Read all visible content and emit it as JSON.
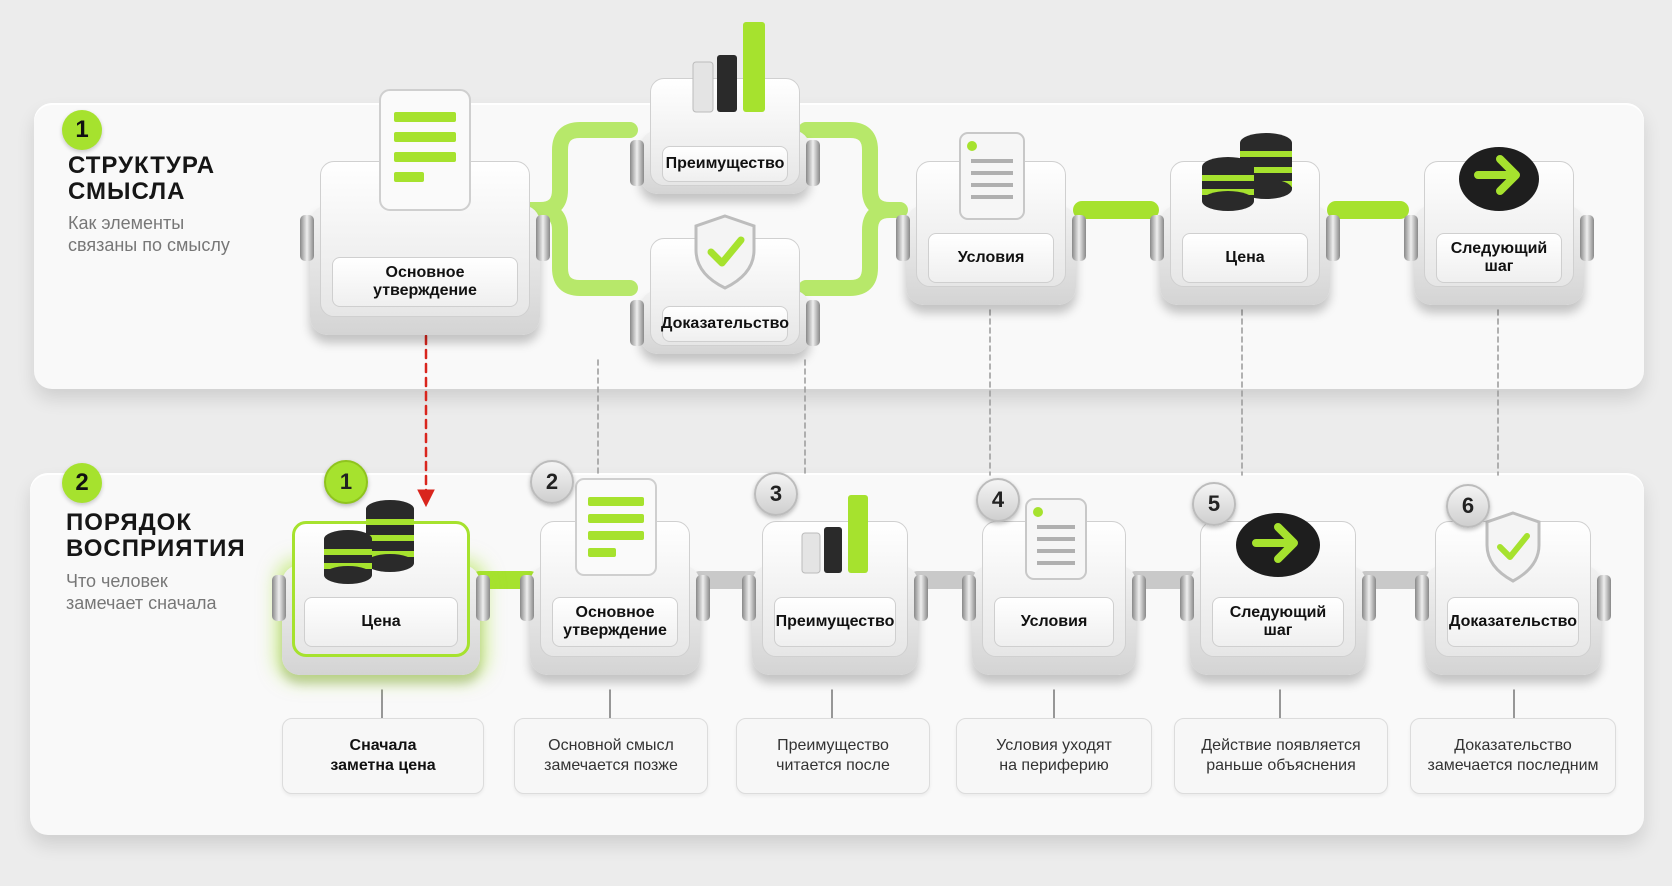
{
  "section1": {
    "number": "1",
    "title": "СТРУКТУРА\nСМЫСЛА",
    "subtitle": "Как элементы\nсвязаны по смыслу",
    "modules": [
      {
        "label": "Основное\nутверждение",
        "icon": "document-icon"
      },
      {
        "label": "Преимущество",
        "icon": "bar-chart-icon"
      },
      {
        "label": "Доказательство",
        "icon": "shield-check-icon"
      },
      {
        "label": "Условия",
        "icon": "list-document-icon"
      },
      {
        "label": "Цена",
        "icon": "coins-icon"
      },
      {
        "label": "Следующий\nшаг",
        "icon": "arrow-right-icon"
      }
    ]
  },
  "section2": {
    "number": "2",
    "title": "ПОРЯДОК\nВОСПРИЯТИЯ",
    "subtitle": "Что человек\nзамечает сначала",
    "steps": [
      {
        "number": "1",
        "label": "Цена",
        "icon": "coins-icon",
        "note": "Сначала\nзаметна цена"
      },
      {
        "number": "2",
        "label": "Основное\nутверждение",
        "icon": "document-icon",
        "note": "Основной смысл\nзамечается позже"
      },
      {
        "number": "3",
        "label": "Преимущество",
        "icon": "bar-chart-icon",
        "note": "Преимущество\nчитается после"
      },
      {
        "number": "4",
        "label": "Условия",
        "icon": "list-document-icon",
        "note": "Условия уходят\nна периферию"
      },
      {
        "number": "5",
        "label": "Следующий\nшаг",
        "icon": "arrow-right-icon",
        "note": "Действие появляется\nраньше объяснения"
      },
      {
        "number": "6",
        "label": "Доказательство",
        "icon": "shield-check-icon",
        "note": "Доказательство\nзамечается последним"
      }
    ]
  },
  "colors": {
    "accent": "#a6e22e",
    "dark": "#1e1e1e",
    "link": "#d9251d",
    "panel": "#f9f9f9"
  }
}
